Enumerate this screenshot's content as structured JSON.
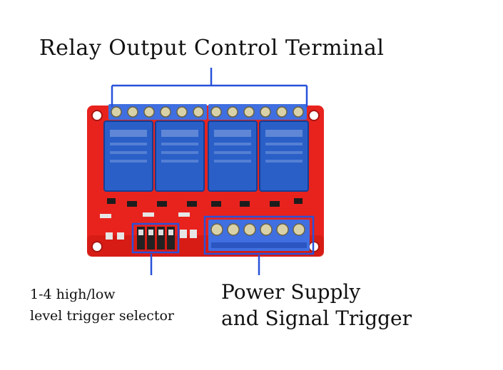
{
  "labels": {
    "top": "Relay Output Control Terminal",
    "selector_line1": "1-4 high/low",
    "selector_line2": "level trigger selector",
    "power_line1": "Power Supply",
    "power_line2": "and Signal Trigger"
  },
  "colors": {
    "pcb": "#e8231e",
    "relay": "#2a5fc8",
    "terminal": "#3f6fe0",
    "callout": "#2952d9",
    "jumper": "#222222"
  },
  "board": {
    "relay_count": 4,
    "output_terminal_screws": 12,
    "input_terminal_screws": 6,
    "jumper_count": 4
  }
}
